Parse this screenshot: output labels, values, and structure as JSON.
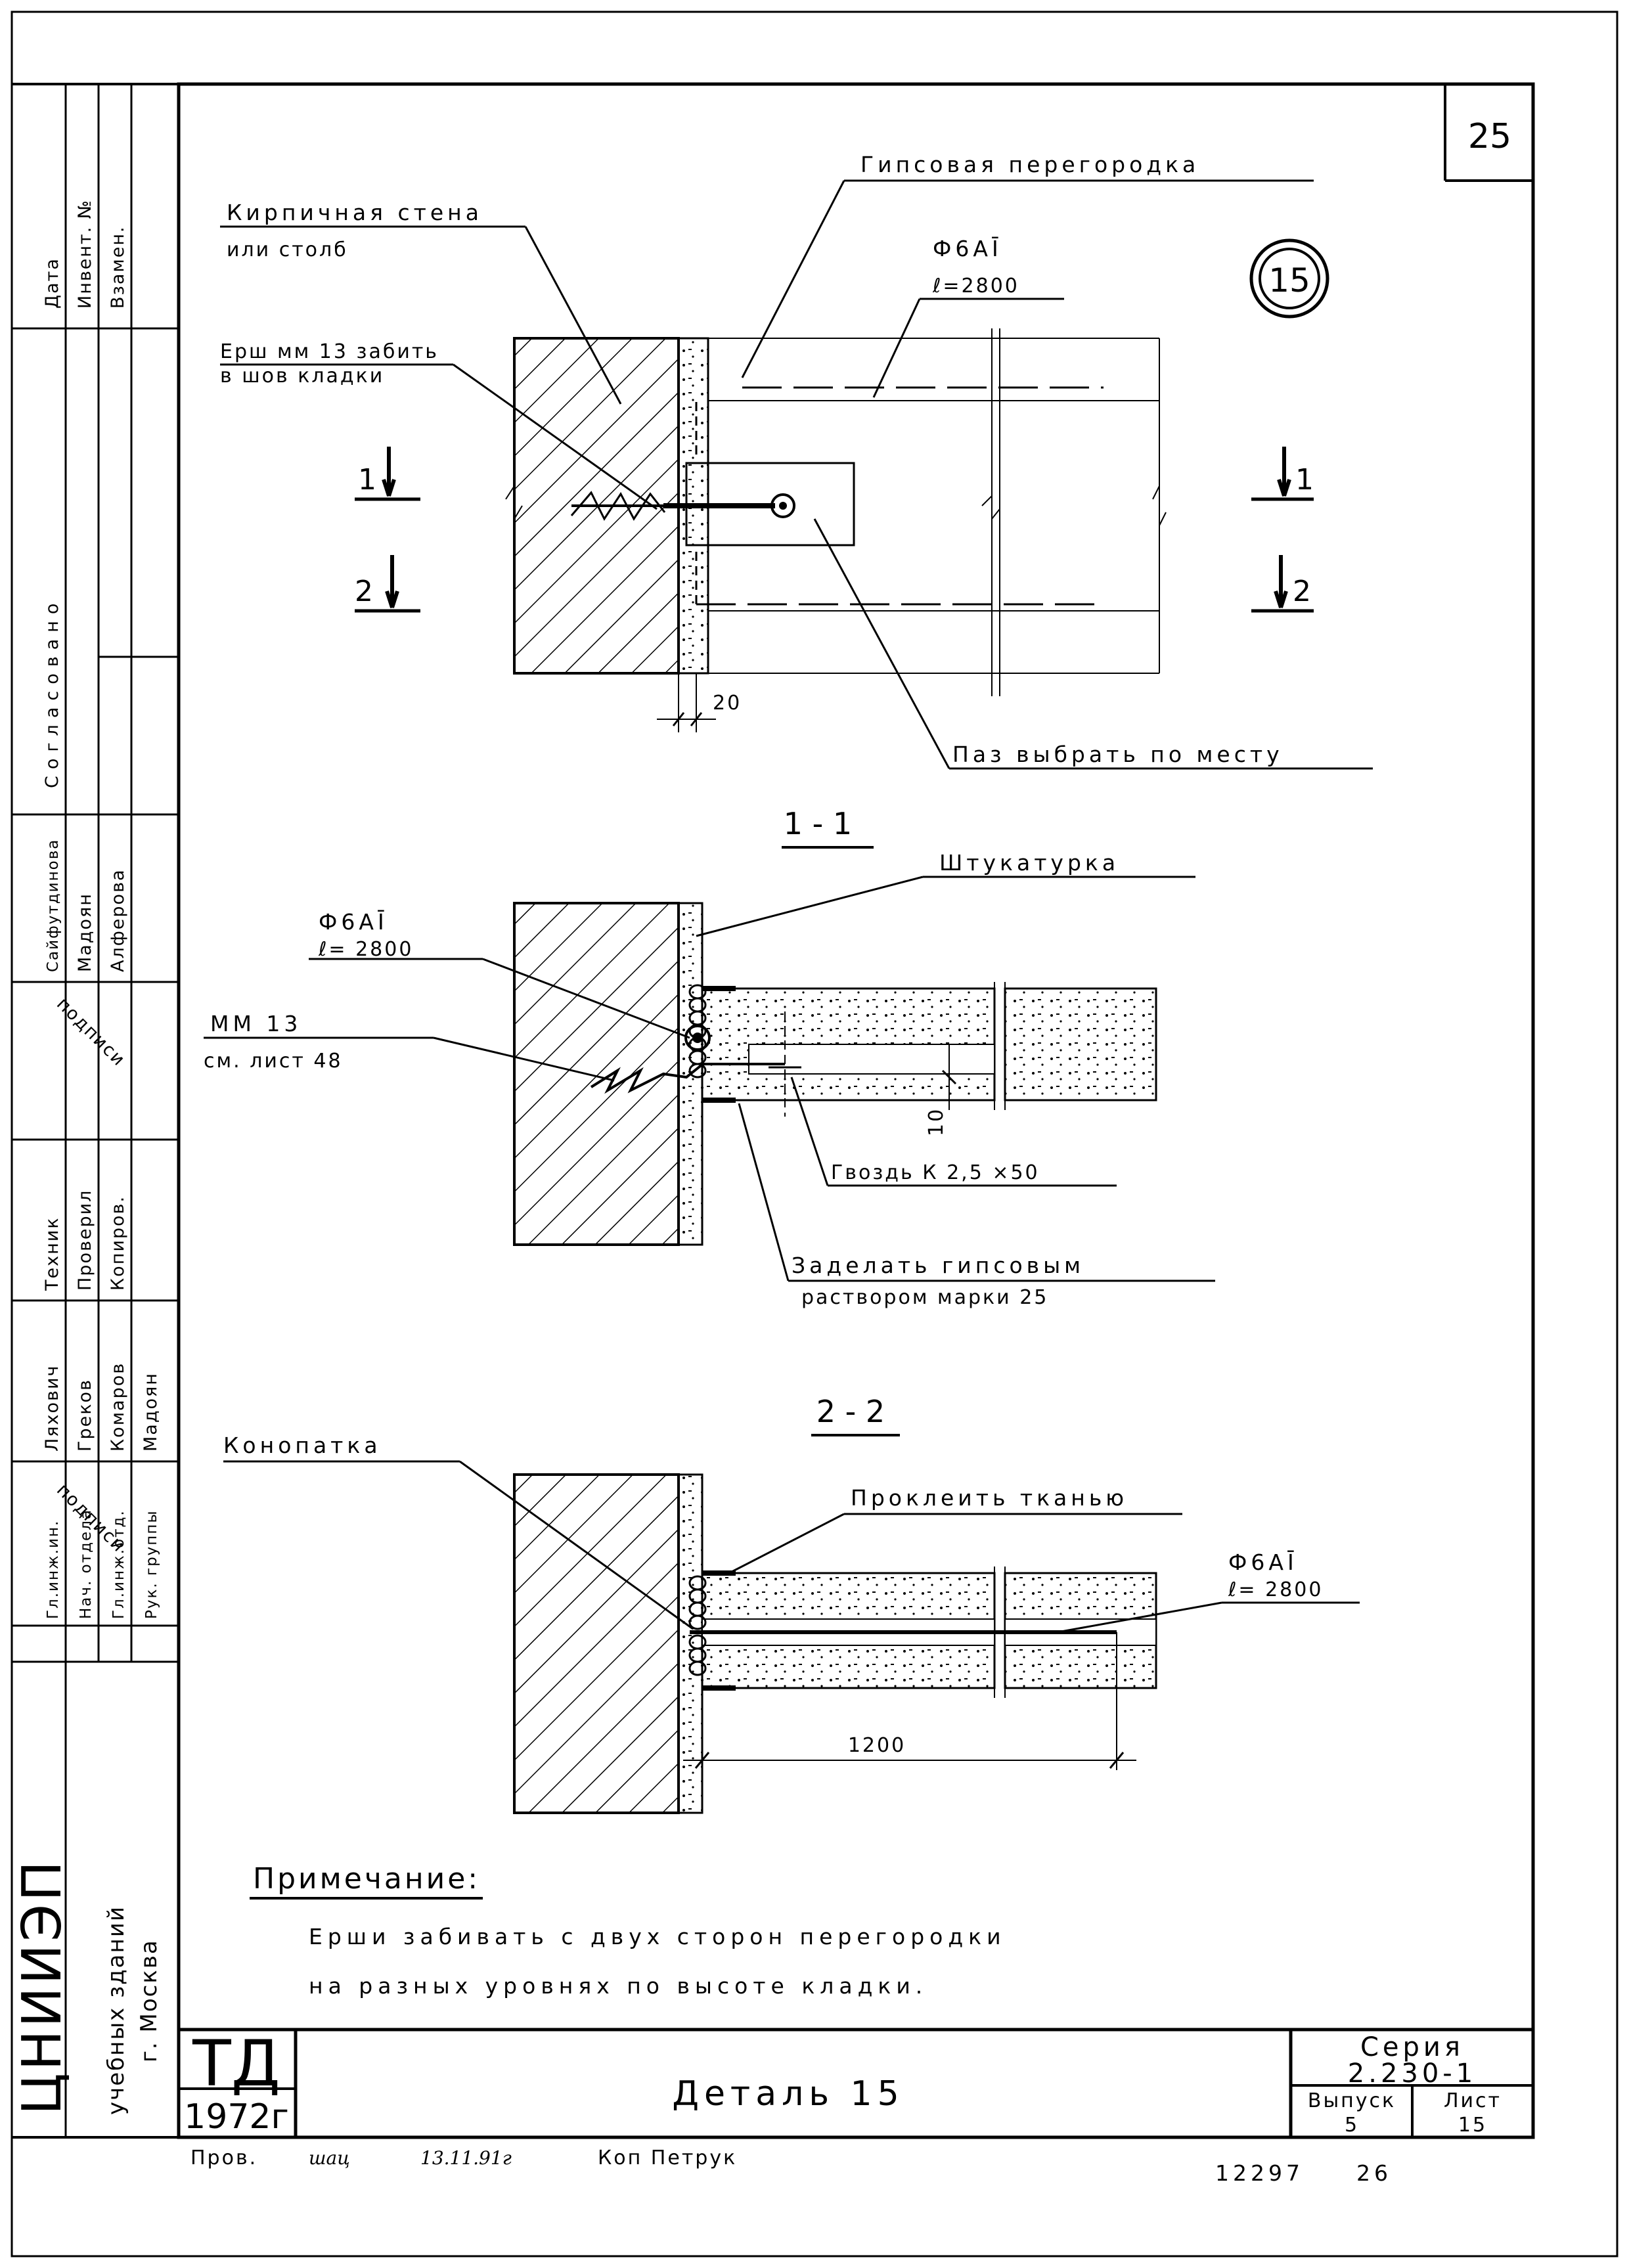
{
  "page_number": "25",
  "detail_marker": "15",
  "plan": {
    "wall_label_1": "Кирпичная стена",
    "wall_label_2": "или столб",
    "partition_label": "Гипсовая перегородка",
    "rod_label_1": "Ф6АĪ",
    "rod_label_2": "ℓ=2800",
    "ruff_label_1": "Ерш мм 13 забить",
    "ruff_label_2": "в шов кладки",
    "groove_label": "Паз выбрать по месту",
    "dim_20": "20",
    "cut1_left": "1",
    "cut2_left": "2",
    "cut1_right": "1",
    "cut2_right": "2"
  },
  "section1": {
    "title": "1 - 1",
    "plaster_label": "Штукатурка",
    "rod_label_1": "Ф6АĪ",
    "rod_label_2": "ℓ= 2800",
    "mm_label_1": "ММ 13",
    "mm_label_2": "см. лист 48",
    "dim_10": "10",
    "nail_label": "Гвоздь К 2,5 ×50",
    "fill_label_1": "Заделать гипсовым",
    "fill_label_2": "раствором марки 25"
  },
  "section2": {
    "title": "2 - 2",
    "caulk_label": "Конопатка",
    "glue_label": "Проклеить тканью",
    "rod_label_1": "Ф6АĪ",
    "rod_label_2": "ℓ= 2800",
    "dim_1200": "1200"
  },
  "note": {
    "title": "Примечание:",
    "line1": "Ерши забивать с двух сторон перегородки",
    "line2": "на разных уровнях по высоте кладки."
  },
  "title_block": {
    "logo": "ТД",
    "year": "1972г",
    "title": "Деталь 15",
    "series_label": "Серия",
    "series_value": "2.230-1",
    "issue_label": "Выпуск",
    "issue_value": "5",
    "sheet_label": "Лист",
    "sheet_value": "15"
  },
  "side_stamp": {
    "data": "Дата",
    "invent": "Инвент. №",
    "vzamen": "Взамен.",
    "soglasovano": "Согласовано",
    "names_1": [
      "Сайфутдинова",
      "Мадоян",
      "Алферова"
    ],
    "podpisi_1": "подписи",
    "roles_1": [
      "Техник",
      "Проверил",
      "Копиров."
    ],
    "names_2": [
      "Ляхович",
      "Греков",
      "Комаров",
      "Мадоян"
    ],
    "podpisi_2": "подписи",
    "roles_2": [
      "Гл.инж.ин.",
      "Нач. отдела",
      "Гл.инж.отд.",
      "Рук. группы"
    ],
    "org_1": "ЦНИИЭП",
    "org_2": "учебных зданий",
    "org_3": "г. Москва"
  },
  "footer": {
    "prov": "Пров.",
    "signature": "шац",
    "date": "13.11.91г",
    "copier": "Коп Петрук",
    "doc_number": "12297",
    "page_total": "26"
  }
}
